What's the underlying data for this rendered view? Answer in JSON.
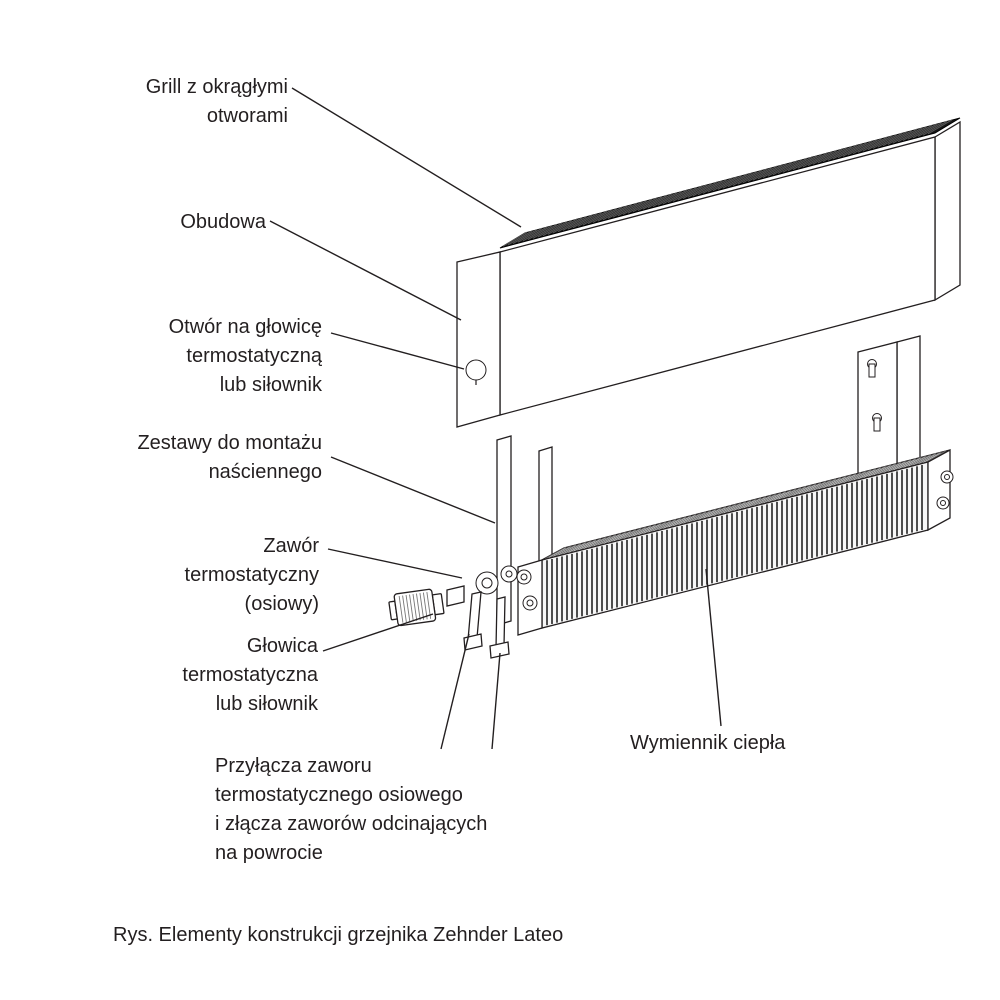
{
  "figure": {
    "labels": {
      "grill": "Grill z okrągłymi\notworami",
      "casing": "Obudowa",
      "head_opening": "Otwór na głowicę\ntermostatyczną\nlub siłownik",
      "wall_mount": "Zestawy do montażu\nnaściennego",
      "valve": "Zawór\ntermostatyczny\n(osiowy)",
      "head": "Głowica\ntermostatyczna\nlub siłownik",
      "connections": "Przyłącza zaworu\ntermostatycznego osiowego\ni złącza zaworów odcinających\nna powrocie",
      "heat_exchanger": "Wymiennik ciepła"
    },
    "caption": "Rys. Elementy konstrukcji grzejnika Zehnder Lateo",
    "colors": {
      "line": "#231f20",
      "grill_fill": "#161616",
      "background": "#ffffff"
    }
  }
}
